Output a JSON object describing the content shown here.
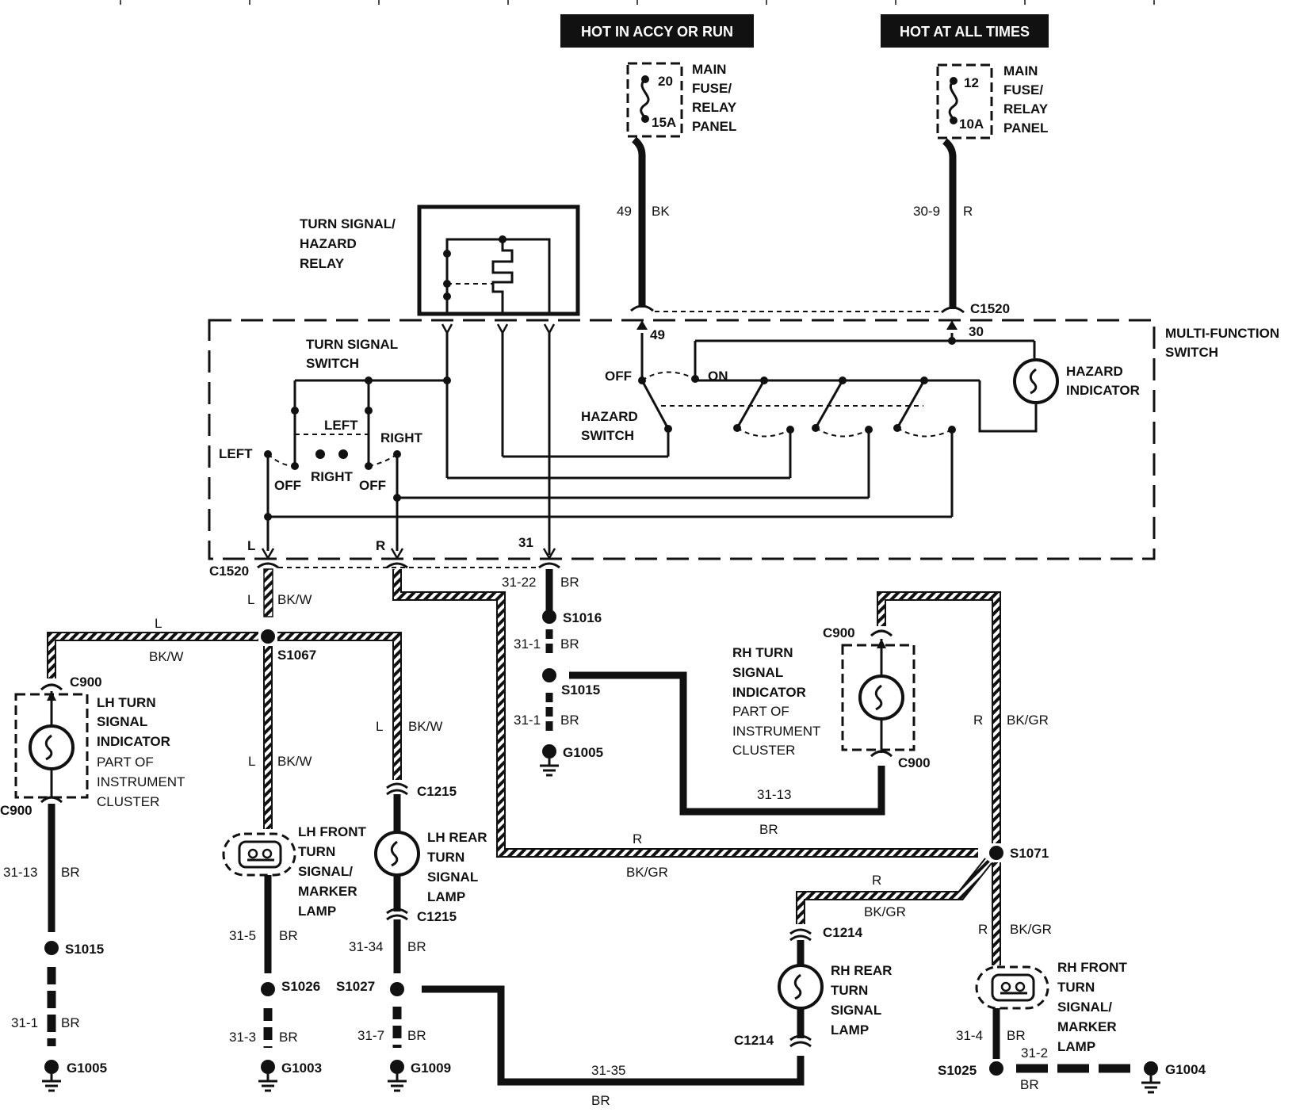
{
  "headers": {
    "accy_run": "HOT IN ACCY OR RUN",
    "all_times": "HOT AT ALL TIMES"
  },
  "fuses": {
    "f20": {
      "number": "20",
      "rating": "15A",
      "label": [
        "MAIN",
        "FUSE/",
        "RELAY",
        "PANEL"
      ]
    },
    "f12": {
      "number": "12",
      "rating": "10A",
      "label": [
        "MAIN",
        "FUSE/",
        "RELAY",
        "PANEL"
      ]
    }
  },
  "wires": {
    "w49": {
      "circuit": "49",
      "color": "BK"
    },
    "w309": {
      "circuit": "30-9",
      "color": "R"
    },
    "w3122": {
      "circuit": "31-22",
      "color": "BR"
    },
    "w311a": {
      "circuit": "31-1",
      "color": "BR"
    },
    "w311b": {
      "circuit": "31-1",
      "color": "BR"
    },
    "lh_top_l": "L",
    "lh_top_bkw": "BK/W",
    "c1520_l": "L",
    "c1520_bkw": "BK/W",
    "lhf_l": "L",
    "lhf_bkw": "BK/W",
    "lhr_l": "L",
    "lhr_bkw": "BK/W",
    "w3113_left": {
      "circuit": "31-13",
      "color": "BR"
    },
    "w311_left": {
      "circuit": "31-1",
      "color": "BR"
    },
    "w315": {
      "circuit": "31-5",
      "color": "BR"
    },
    "w313": {
      "circuit": "31-3",
      "color": "BR"
    },
    "w3134": {
      "circuit": "31-34",
      "color": "BR"
    },
    "w317": {
      "circuit": "31-7",
      "color": "BR"
    },
    "w3135": {
      "circuit": "31-35",
      "color": "BR"
    },
    "w3113_right": {
      "circuit": "31-13",
      "color": "BR"
    },
    "r_main": "R",
    "bkgr_main": "BK/GR",
    "r_right": "R",
    "bkgr_right": "BK/GR",
    "r_rear": "R",
    "bkgr_rear": "BK/GR",
    "r_front": "R",
    "bkgr_front": "BK/GR",
    "w314": {
      "circuit": "31-4",
      "color": "BR"
    },
    "w312": {
      "circuit": "31-2",
      "color": "BR"
    }
  },
  "connectors": {
    "c1520_top": "C1520",
    "c1520_pin49": "49",
    "c1520_pin30": "30",
    "c1520_bottom": "C1520",
    "pin_l": "L",
    "pin_r": "R",
    "pin_31": "31",
    "c900_lh_top": "C900",
    "c900_lh_bot": "C900",
    "c900_rh_top": "C900",
    "c900_rh_bot": "C900",
    "c1215_top": "C1215",
    "c1215_bot": "C1215",
    "c1214_top": "C1214",
    "c1214_bot": "C1214"
  },
  "splices": {
    "s1016": "S1016",
    "s1015_mid": "S1015",
    "s1067": "S1067",
    "s1015_left": "S1015",
    "s1026": "S1026",
    "s1027": "S1027",
    "s1071": "S1071",
    "s1025": "S1025"
  },
  "grounds": {
    "g1005_mid": "G1005",
    "g1005_left": "G1005",
    "g1003": "G1003",
    "g1009": "G1009",
    "g1004": "G1004"
  },
  "components": {
    "relay": [
      "TURN SIGNAL/",
      "HAZARD",
      "RELAY"
    ],
    "turn_switch": [
      "TURN SIGNAL",
      "SWITCH"
    ],
    "hazard_switch": [
      "HAZARD",
      "SWITCH"
    ],
    "hazard_indicator": [
      "HAZARD",
      "INDICATOR"
    ],
    "multifunction": [
      "MULTI-FUNCTION",
      "SWITCH"
    ],
    "lh_indicator": [
      "LH TURN",
      "SIGNAL",
      "INDICATOR",
      "PART OF",
      "INSTRUMENT",
      "CLUSTER"
    ],
    "rh_indicator": [
      "RH TURN",
      "SIGNAL",
      "INDICATOR",
      "PART OF",
      "INSTRUMENT",
      "CLUSTER"
    ],
    "lh_front": [
      "LH FRONT",
      "TURN",
      "SIGNAL/",
      "MARKER",
      "LAMP"
    ],
    "lh_rear": [
      "LH REAR",
      "TURN",
      "SIGNAL",
      "LAMP"
    ],
    "rh_rear": [
      "RH REAR",
      "TURN",
      "SIGNAL",
      "LAMP"
    ],
    "rh_front": [
      "RH FRONT",
      "TURN",
      "SIGNAL/",
      "MARKER",
      "LAMP"
    ]
  },
  "switch_positions": {
    "left": "LEFT",
    "left_dashed": "LEFT",
    "right_top": "RIGHT",
    "off1": "OFF",
    "right_mid": "RIGHT",
    "off2": "OFF",
    "hazard_off": "OFF",
    "hazard_on": "ON"
  }
}
